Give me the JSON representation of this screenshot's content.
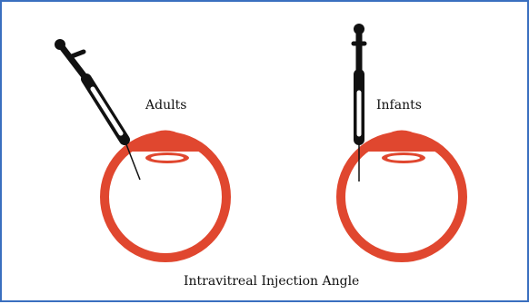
{
  "figure": {
    "caption": "Intravitreal Injection Angle",
    "panels": [
      {
        "label": "Adults",
        "syringe_angle": "oblique"
      },
      {
        "label": "Infants",
        "syringe_angle": "vertical"
      }
    ]
  },
  "colors": {
    "eye": "#e0472f",
    "syringe": "#111111",
    "frame_border": "#3a6fbf",
    "background": "#ffffff"
  }
}
